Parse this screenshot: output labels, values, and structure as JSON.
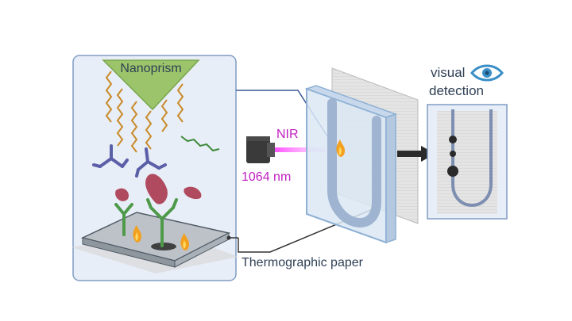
{
  "labels": {
    "nanoprism": "Nanoprism",
    "nir": "NIR",
    "wavelength": "1064 nm",
    "paper": "Thermographic paper",
    "visual": "visual",
    "detection": "detection"
  },
  "colors": {
    "panel_fill": "#e8eef7",
    "panel_stroke": "#7f9cc4",
    "nanoprism": "#9cc46a",
    "ligand": "#c98a2a",
    "antibody_blue": "#5b5fa8",
    "antibody_green": "#4e9a4a",
    "antigen": "#b04a5e",
    "laser_magenta": "#c020c0",
    "text_dark": "#2f4055",
    "eye_blue": "#3a8fc7",
    "flame": "#f2a020"
  },
  "icons": [
    "flame-icon",
    "eye-icon",
    "laser-source-icon",
    "arrow-right-icon"
  ]
}
